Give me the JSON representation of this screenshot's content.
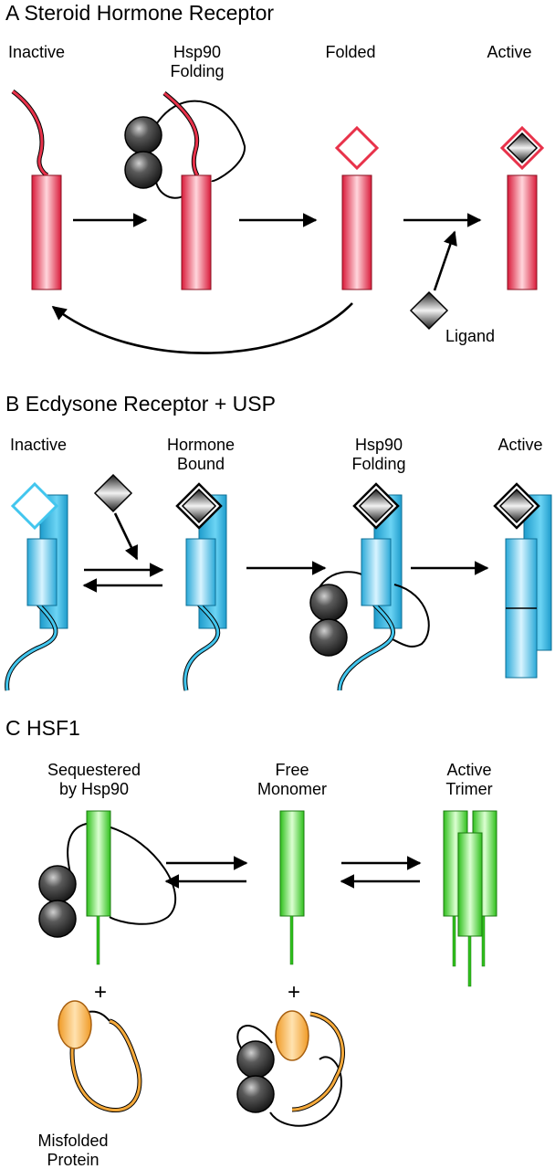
{
  "panels": {
    "a": {
      "title": "A  Steroid Hormone Receptor",
      "labels": {
        "inactive": "Inactive",
        "hsp90_1": "Hsp90",
        "hsp90_2": "Folding",
        "folded": "Folded",
        "active": "Active",
        "ligand": "Ligand"
      }
    },
    "b": {
      "title": "B  Ecdysone Receptor + USP",
      "labels": {
        "inactive": "Inactive",
        "hormone_1": "Hormone",
        "hormone_2": "Bound",
        "hsp90_1": "Hsp90",
        "hsp90_2": "Folding",
        "active": "Active"
      }
    },
    "c": {
      "title": "C  HSF1",
      "labels": {
        "seq_1": "Sequestered",
        "seq_2": "by Hsp90",
        "free_1": "Free",
        "free_2": "Monomer",
        "active_1": "Active",
        "active_2": "Trimer",
        "plus1": "+",
        "plus2": "+",
        "misfolded_1": "Misfolded",
        "misfolded_2": "Protein"
      }
    }
  },
  "colors": {
    "steroid_receptor": "#e8324a",
    "ecdysone_receptor": "#42c6ee",
    "hsf1": "#46d830",
    "misfolded_protein": "#f5a93a",
    "hsp90": "#3a3a3a"
  }
}
